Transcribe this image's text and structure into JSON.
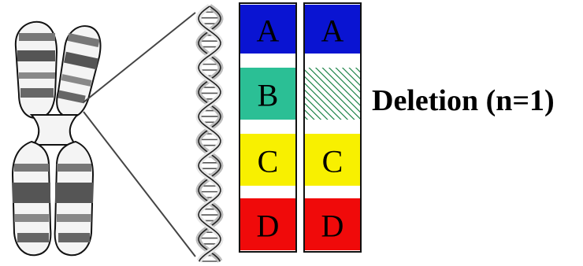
{
  "caption": "Deletion (n=1)",
  "colors": {
    "A": "#0a14d2",
    "B": "#2bbf95",
    "C": "#f8f000",
    "D": "#f00a0a",
    "hatch": "#0c7a3a",
    "gap": "#ffffff",
    "outline": "#111111",
    "chromosome_band": "#777777"
  },
  "original_column": {
    "segments": [
      {
        "label": "A",
        "color_key": "A"
      },
      {
        "label": "B",
        "color_key": "B"
      },
      {
        "label": "C",
        "color_key": "C"
      },
      {
        "label": "D",
        "color_key": "D"
      }
    ]
  },
  "deleted_column": {
    "segments": [
      {
        "label": "A",
        "color_key": "A",
        "deleted": false
      },
      {
        "label": "",
        "color_key": "B",
        "deleted": true
      },
      {
        "label": "C",
        "color_key": "C",
        "deleted": false
      },
      {
        "label": "D",
        "color_key": "D",
        "deleted": false
      }
    ]
  }
}
